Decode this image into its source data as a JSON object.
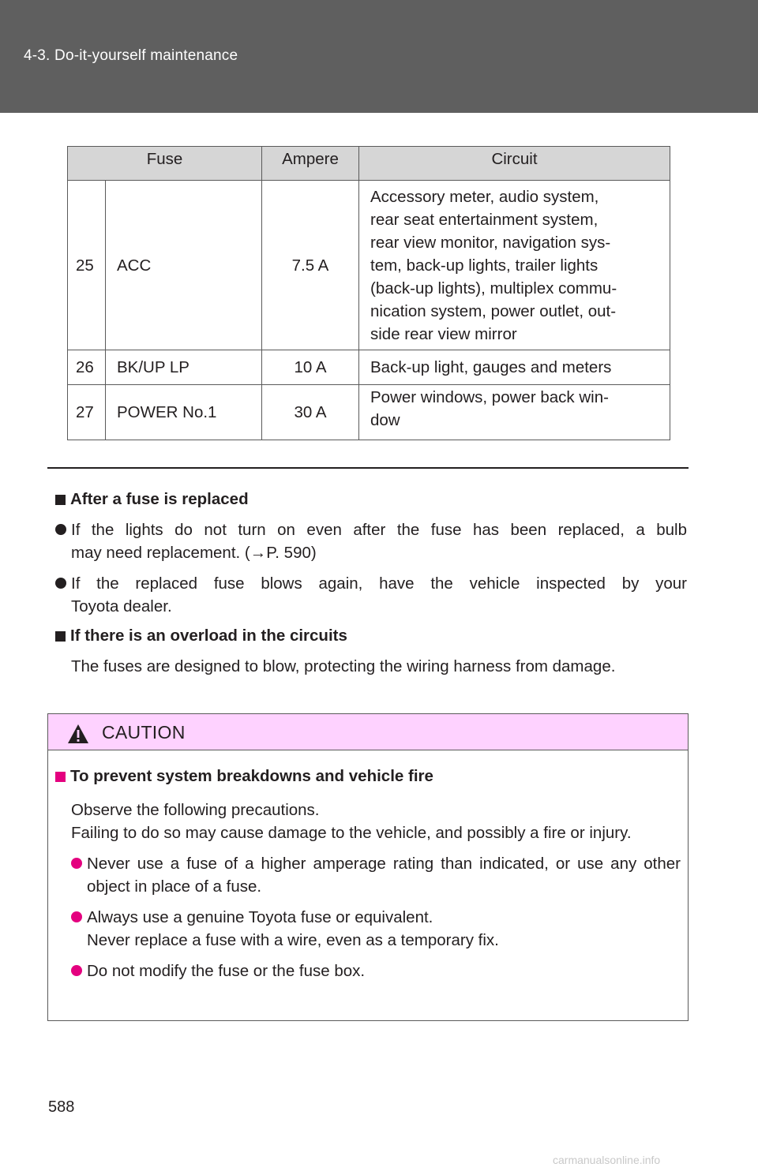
{
  "header": {
    "section": "4-3. Do-it-yourself maintenance"
  },
  "table": {
    "headers": [
      "Fuse",
      "Ampere",
      "Circuit"
    ],
    "rows": [
      {
        "num": "25",
        "name": "ACC",
        "ampere": "7.5 A",
        "circuit": [
          "Accessory meter, audio system,",
          "rear seat entertainment system,",
          "rear view monitor, navigation sys-",
          "tem, back-up lights, trailer lights",
          "(back-up lights), multiplex commu-",
          "nication system, power outlet, out-",
          "side rear view mirror"
        ]
      },
      {
        "num": "26",
        "name": "BK/UP LP",
        "ampere": "10 A",
        "circuit": [
          "Back-up light, gauges and meters"
        ]
      },
      {
        "num": "27",
        "name": "POWER No.1",
        "ampere": "30 A",
        "circuit": [
          "Power windows, power back win-",
          "dow"
        ]
      }
    ]
  },
  "notes": {
    "replaced_heading": "After a fuse is replaced",
    "replaced_bullet1_line1": "If the lights do not turn on even after the fuse has been replaced, a bulb",
    "replaced_bullet1_line2": "may need replacement. (→P. 590)",
    "replaced_bullet2_line1": "If the replaced fuse blows again, have the vehicle inspected by your",
    "replaced_bullet2_line2": "Toyota dealer.",
    "overload_heading": "If there is an overload in the circuits",
    "overload_text": "The fuses are designed to blow, protecting the wiring harness from damage."
  },
  "caution": {
    "label": "CAUTION",
    "heading": "To prevent system breakdowns and vehicle fire",
    "intro_line1": "Observe the following precautions.",
    "intro_line2": "Failing to do so may cause damage to the vehicle, and possibly a fire or injury.",
    "bullet1": "Never use a fuse of a higher amperage rating than indicated, or use any other object in place of a fuse.",
    "bullet2_line1": "Always use a genuine Toyota fuse or equivalent.",
    "bullet2_line2": "Never replace a fuse with a wire, even as a temporary fix.",
    "bullet3": "Do not modify the fuse or the fuse box.",
    "icon": "warning-triangle-icon",
    "accent_color": "#e4007f",
    "header_bg": "#fed2ff"
  },
  "footer": {
    "page_number": "588",
    "watermark": "carmanualsonline.info"
  }
}
